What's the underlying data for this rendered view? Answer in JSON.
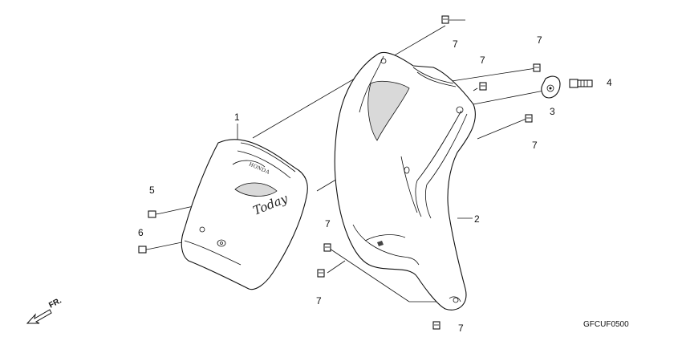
{
  "diagram_code": "GFCUF0500",
  "direction_label": "FR.",
  "brand_mark": "HONDA",
  "badge_text": "Today",
  "callouts": {
    "c1": "1",
    "c2": "2",
    "c3": "3",
    "c4": "4",
    "c5": "5",
    "c6": "6",
    "c7": "7"
  }
}
